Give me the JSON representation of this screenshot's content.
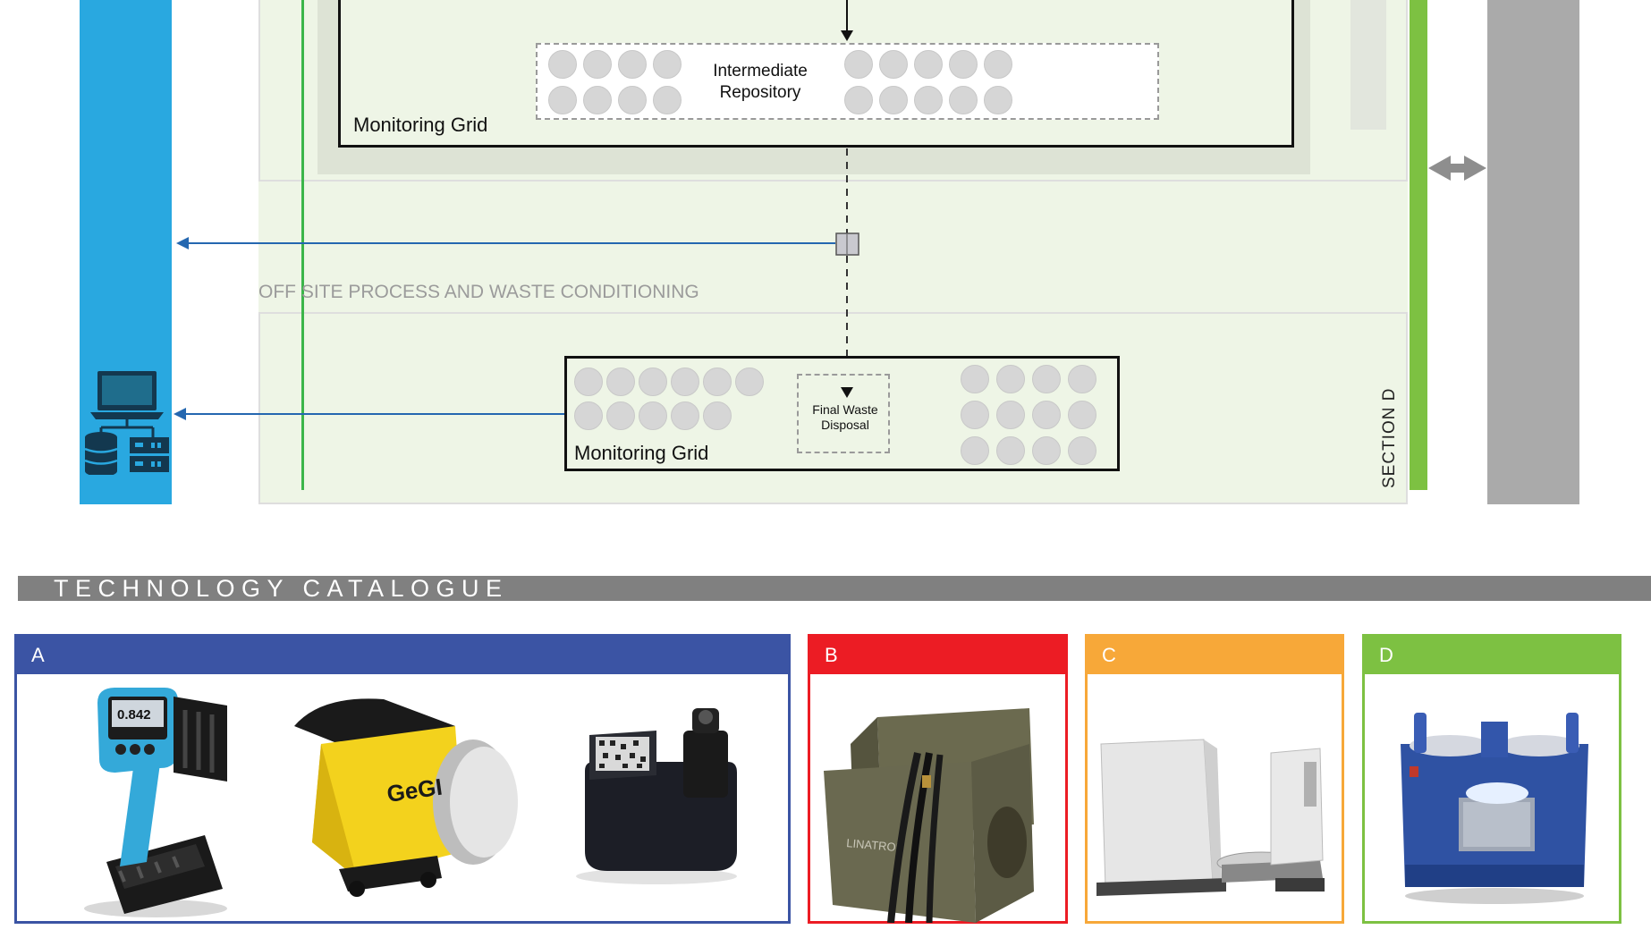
{
  "diagram": {
    "top_grid": {
      "label": "Monitoring Grid",
      "repository_label": "Intermediate Repository"
    },
    "offsite_label": "OFF SITE PROCESS AND WASTE CONDITIONING",
    "bottom_grid": {
      "label": "Monitoring Grid",
      "disposal_label": "Final Waste Disposal"
    },
    "section_label": "SECTION D",
    "icons": [
      "laptop-icon",
      "database-icon",
      "server-icon",
      "double-arrow-icon"
    ]
  },
  "catalogue": {
    "title": "TECHNOLOGY CATALOGUE",
    "panels": [
      {
        "letter": "A",
        "color": "#3b54a4",
        "items": [
          "handheld-detector",
          "gegi-gamma-imager",
          "portable-gamma-camera"
        ],
        "brand_text": "GeGI",
        "display_value": "0.842"
      },
      {
        "letter": "B",
        "color": "#ec1c24",
        "items": [
          "linatron-linear-accelerator"
        ],
        "brand_text": "LINATRON"
      },
      {
        "letter": "C",
        "color": "#f7a839",
        "items": [
          "drum-scanner-system"
        ]
      },
      {
        "letter": "D",
        "color": "#7dc142",
        "items": [
          "waste-container-bin"
        ]
      }
    ]
  },
  "colors": {
    "it_column": "#29a8e0",
    "transport_column": "#aaaaaa",
    "zone_fill": "#eef5e6",
    "section_bar": "#7dc142",
    "arrow": "#2467b0"
  }
}
